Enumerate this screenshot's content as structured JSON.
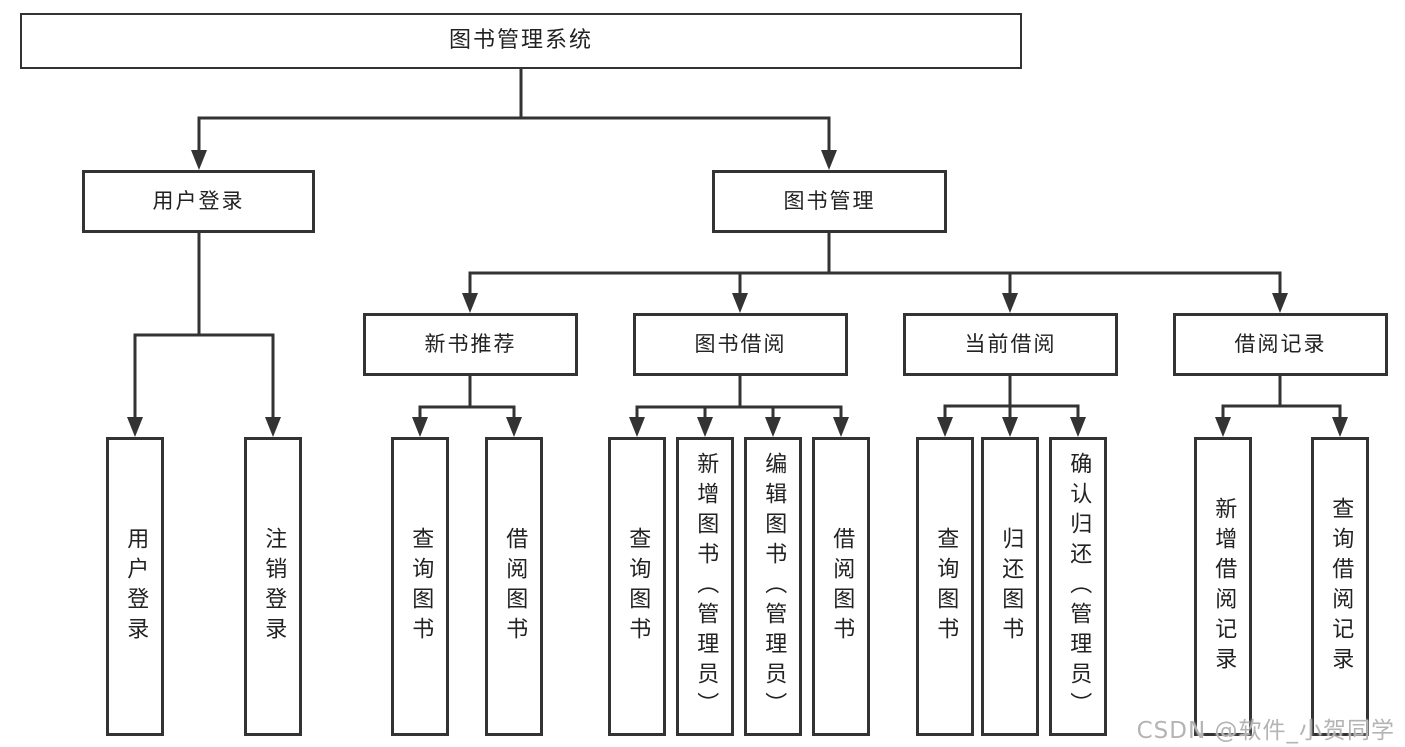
{
  "diagram": {
    "title": "图书管理系统",
    "watermark": "CSDN @软件_小贺同学",
    "line_color": "#333333",
    "nodes": {
      "root": "图书管理系统",
      "user_login": "用户登录",
      "book_mgmt": "图书管理",
      "new_book_rec": "新书推荐",
      "book_borrow": "图书借阅",
      "current_borrow": "当前借阅",
      "borrow_record": "借阅记录",
      "leaf_user_login": "用户登录",
      "leaf_logout": "注销登录",
      "leaf_query_book_rec": "查询图书",
      "leaf_borrow_book_rec": "借阅图书",
      "leaf_query_book_borrow": "查询图书",
      "leaf_add_book_admin": "新增图书（管理员）",
      "leaf_edit_book_admin": "编辑图书（管理员）",
      "leaf_borrow_book_borrow": "借阅图书",
      "leaf_query_book_current": "查询图书",
      "leaf_return_book": "归还图书",
      "leaf_confirm_return_admin": "确认归还（管理员）",
      "leaf_add_borrow_record": "新增借阅记录",
      "leaf_query_borrow_record": "查询借阅记录"
    },
    "structure": [
      {
        "parent": "图书管理系统",
        "children": [
          "用户登录",
          "图书管理"
        ]
      },
      {
        "parent": "用户登录",
        "children": [
          "用户登录",
          "注销登录"
        ]
      },
      {
        "parent": "图书管理",
        "children": [
          "新书推荐",
          "图书借阅",
          "当前借阅",
          "借阅记录"
        ]
      },
      {
        "parent": "新书推荐",
        "children": [
          "查询图书",
          "借阅图书"
        ]
      },
      {
        "parent": "图书借阅",
        "children": [
          "查询图书",
          "新增图书（管理员）",
          "编辑图书（管理员）",
          "借阅图书"
        ]
      },
      {
        "parent": "当前借阅",
        "children": [
          "查询图书",
          "归还图书",
          "确认归还（管理员）"
        ]
      },
      {
        "parent": "借阅记录",
        "children": [
          "新增借阅记录",
          "查询借阅记录"
        ]
      }
    ]
  }
}
